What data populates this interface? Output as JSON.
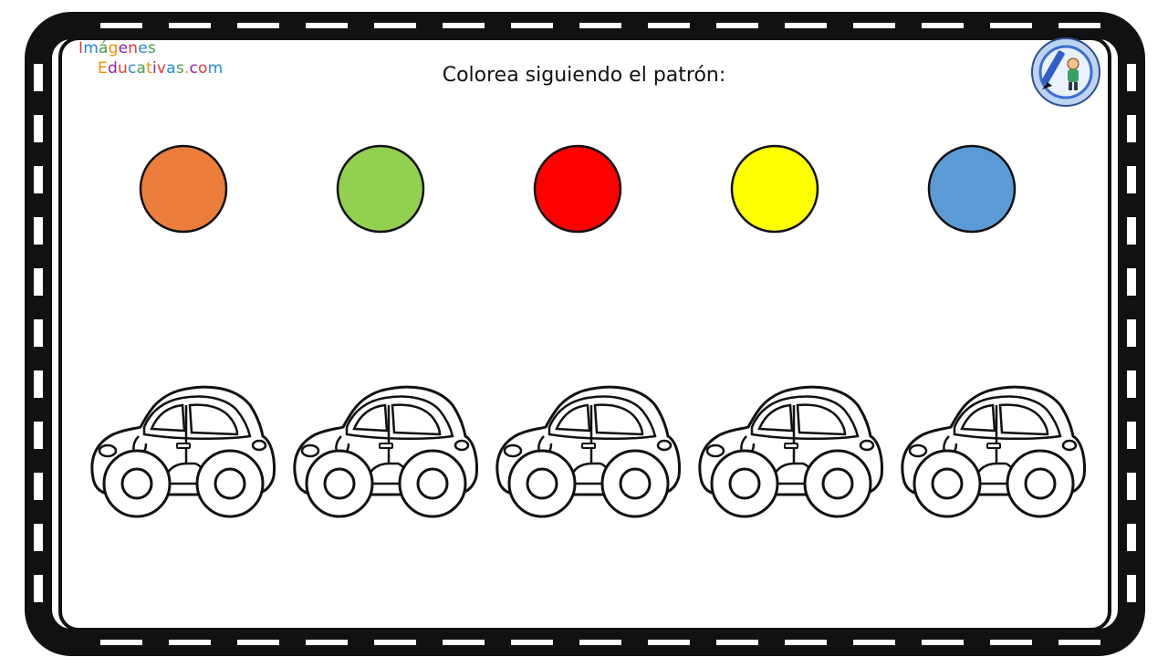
{
  "logo": {
    "line1": "Imágenes",
    "line2": "Educativas.com",
    "letter_colors": [
      "#e53935",
      "#1e88e5",
      "#43a047",
      "#fb8c00",
      "#8e24aa",
      "#e53935",
      "#1e88e5",
      "#43a047",
      "#fb8c00",
      "#8e24aa",
      "#e53935",
      "#1e88e5",
      "#43a047",
      "#fb8c00",
      "#8e24aa",
      "#e53935",
      "#1e88e5",
      "#43a047",
      "#fb8c00",
      "#8e24aa",
      "#e53935",
      "#1e88e5"
    ]
  },
  "title": "Colorea siguiendo el patrón:",
  "badge": {
    "icon": "pencil-kid-badge-icon",
    "color": "#3d6fd1"
  },
  "swatches": [
    {
      "name": "orange",
      "color": "#ed7d3a"
    },
    {
      "name": "green",
      "color": "#92d050"
    },
    {
      "name": "red",
      "color": "#ff0000"
    },
    {
      "name": "yellow",
      "color": "#ffff00"
    },
    {
      "name": "blue",
      "color": "#5b9bd5"
    }
  ],
  "cars": [
    {
      "icon": "car-outline-icon"
    },
    {
      "icon": "car-outline-icon"
    },
    {
      "icon": "car-outline-icon"
    },
    {
      "icon": "car-outline-icon"
    },
    {
      "icon": "car-outline-icon"
    }
  ],
  "border_color": "#111111"
}
